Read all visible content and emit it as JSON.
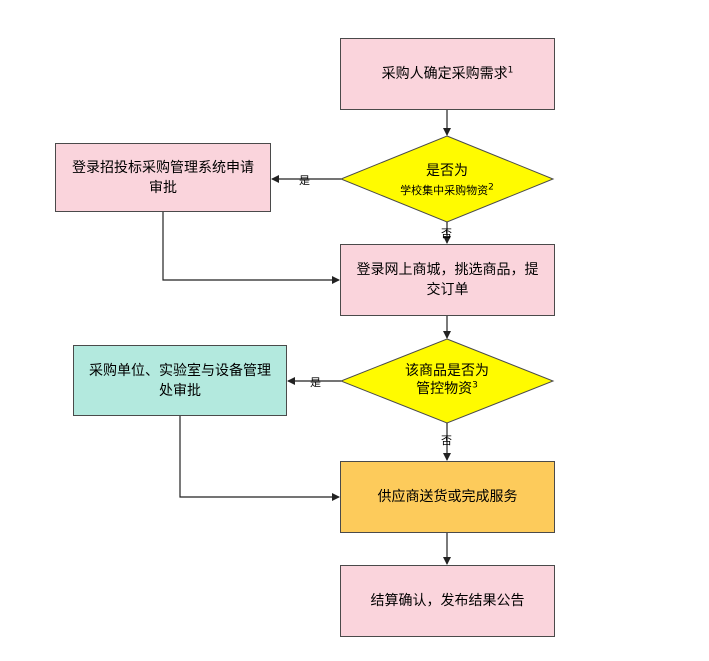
{
  "nodes": {
    "buyer_confirm": {
      "text": "采购人确定采购需求",
      "sup": "1"
    },
    "decision_central": {
      "line1": "是否为",
      "line2": "学校集中采购物资",
      "sup": "2"
    },
    "bidding_system": {
      "line1": "登录招投标采购管理系统申请",
      "line2": "审批"
    },
    "online_mall": {
      "line1": "登录网上商城，挑选商品，提",
      "line2": "交订单"
    },
    "decision_controlled": {
      "line1": "该商品是否为",
      "line2": "管控物资",
      "sup": "3"
    },
    "lab_approval": {
      "line1": "采购单位、实验室与设备管理",
      "line2": "处审批"
    },
    "supplier_deliver": {
      "text": "供应商送货或完成服务"
    },
    "settlement": {
      "text": "结算确认，发布结果公告"
    }
  },
  "edge_labels": {
    "yes_1": "是",
    "no_1": "否",
    "yes_2": "是",
    "no_2": "否"
  },
  "colors": {
    "pink": "#fad4dc",
    "teal": "#b3e9de",
    "gold": "#fdcb5b",
    "decision": "#fffb00",
    "line": "#222222"
  }
}
